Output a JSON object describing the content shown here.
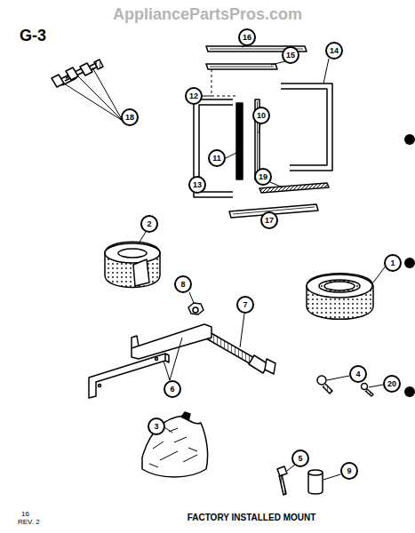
{
  "diagram": {
    "title": "G-3",
    "caption": "FACTORY INSTALLED MOUNT",
    "nodes": [
      {
        "text": [
          "16"
        ]
      },
      {
        "text": [
          "15"
        ]
      },
      {
        "text": [
          "14"
        ]
      },
      {
        "text": [
          "12"
        ]
      },
      {
        "text": [
          "18"
        ]
      },
      {
        "text": [
          "10"
        ]
      },
      {
        "text": [
          "11"
        ]
      },
      {
        "text": [
          "13"
        ]
      },
      {
        "text": [
          "19"
        ]
      },
      {
        "text": [
          "17"
        ]
      },
      {
        "text": [
          "2"
        ]
      },
      {
        "text": [
          "1"
        ]
      },
      {
        "text": [
          "8"
        ]
      },
      {
        "text": [
          "7"
        ]
      },
      {
        "text": [
          "4"
        ]
      },
      {
        "text": [
          "20"
        ]
      },
      {
        "text": [
          "6"
        ]
      },
      {
        "text": [
          "3"
        ]
      },
      {
        "text": [
          "5"
        ]
      },
      {
        "text": [
          "9"
        ]
      }
    ],
    "labels": [
      "AppliancePartsPros.com",
      "16",
      "REV. 2"
    ]
  }
}
